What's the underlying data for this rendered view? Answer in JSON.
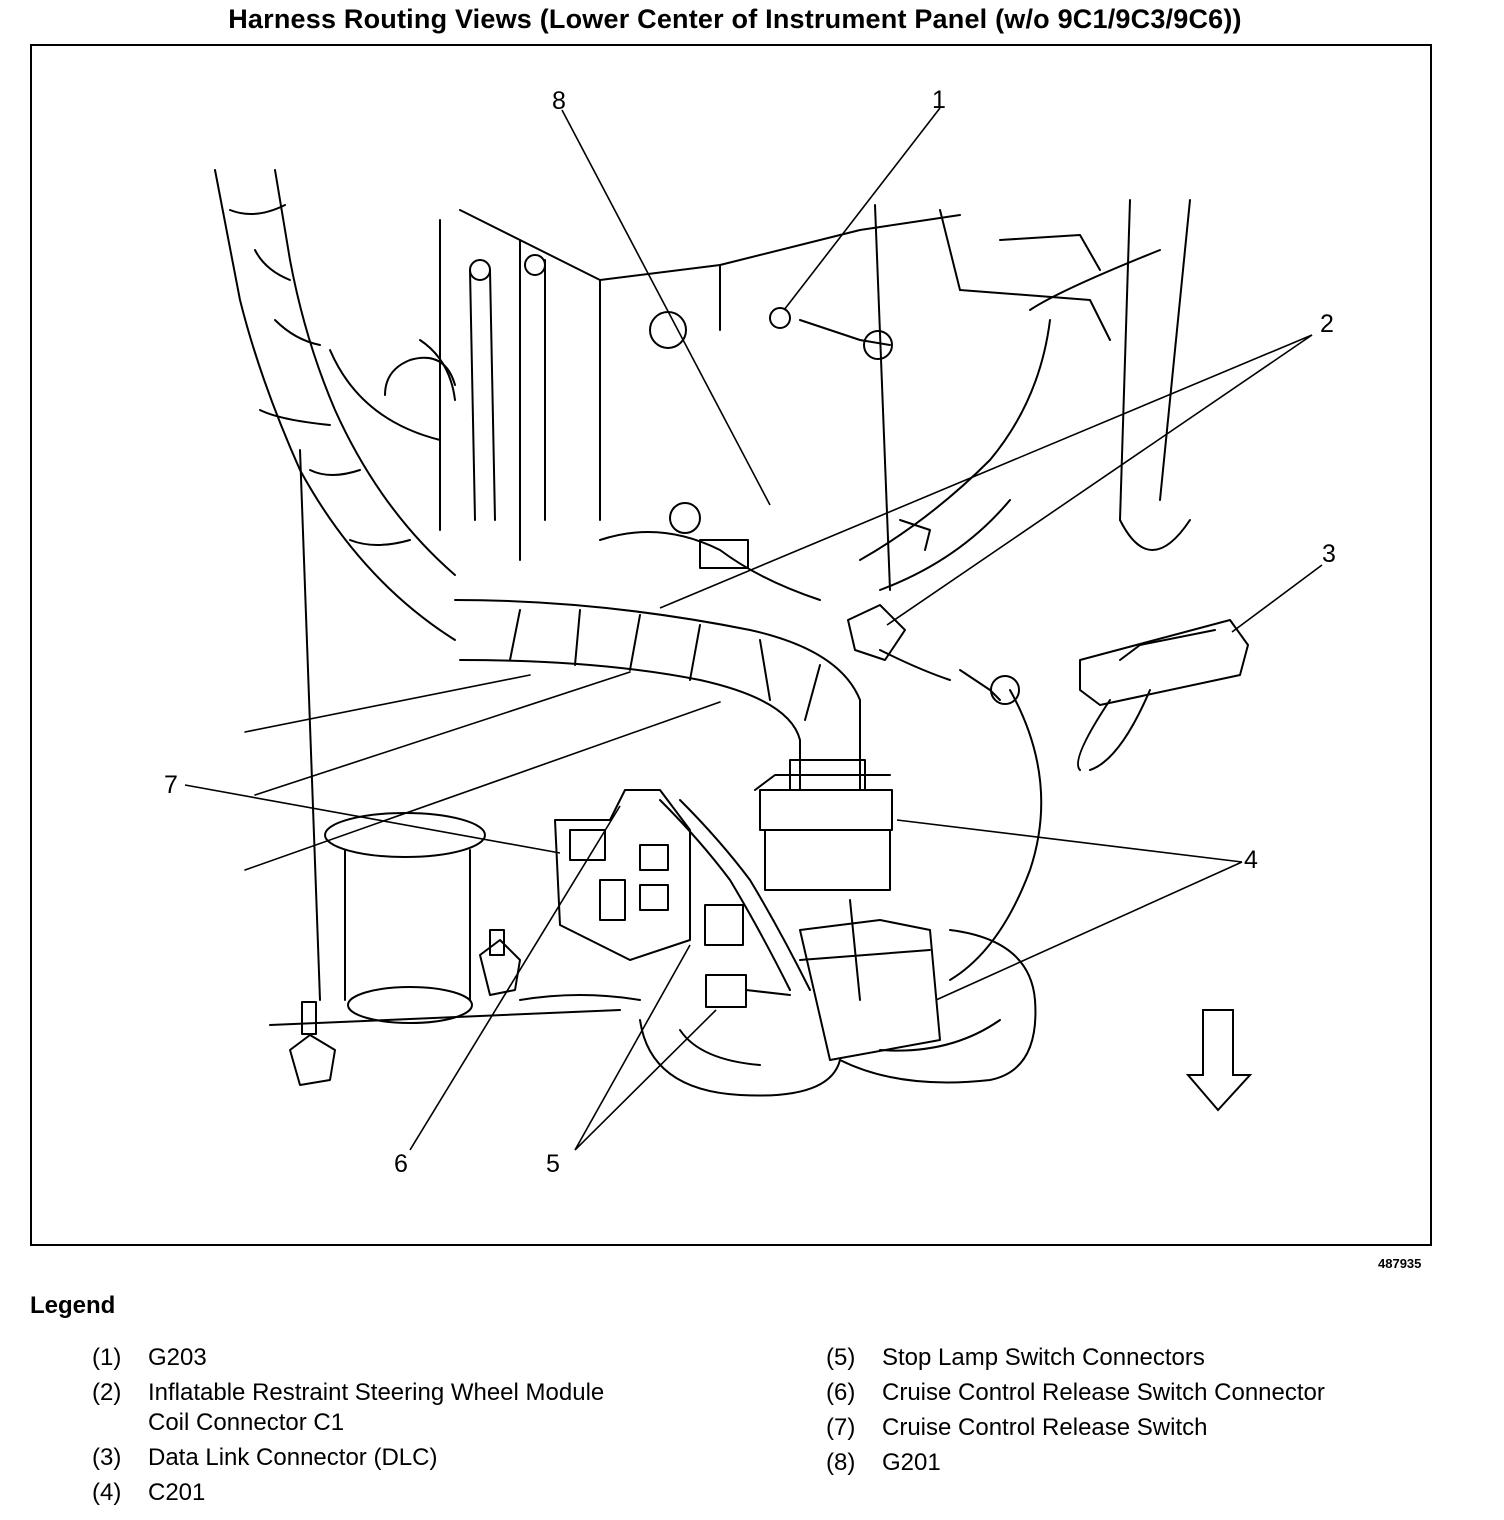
{
  "title": "Harness Routing Views (Lower Center of Instrument Panel (w/o 9C1/9C3/9C6))",
  "figure_id": "487935",
  "callouts": {
    "c1": "1",
    "c2": "2",
    "c3": "3",
    "c4": "4",
    "c5": "5",
    "c6": "6",
    "c7": "7",
    "c8": "8"
  },
  "legend": {
    "title": "Legend",
    "items": [
      {
        "num": "(1)",
        "text": "G203"
      },
      {
        "num": "(2)",
        "text": "Inflatable Restraint Steering Wheel Module\nCoil Connector C1"
      },
      {
        "num": "(3)",
        "text": "Data Link Connector (DLC)"
      },
      {
        "num": "(4)",
        "text": "C201"
      },
      {
        "num": "(5)",
        "text": "Stop Lamp Switch Connectors"
      },
      {
        "num": "(6)",
        "text": "Cruise Control Release Switch Connector"
      },
      {
        "num": "(7)",
        "text": "Cruise Control Release Switch"
      },
      {
        "num": "(8)",
        "text": "G201"
      }
    ]
  }
}
